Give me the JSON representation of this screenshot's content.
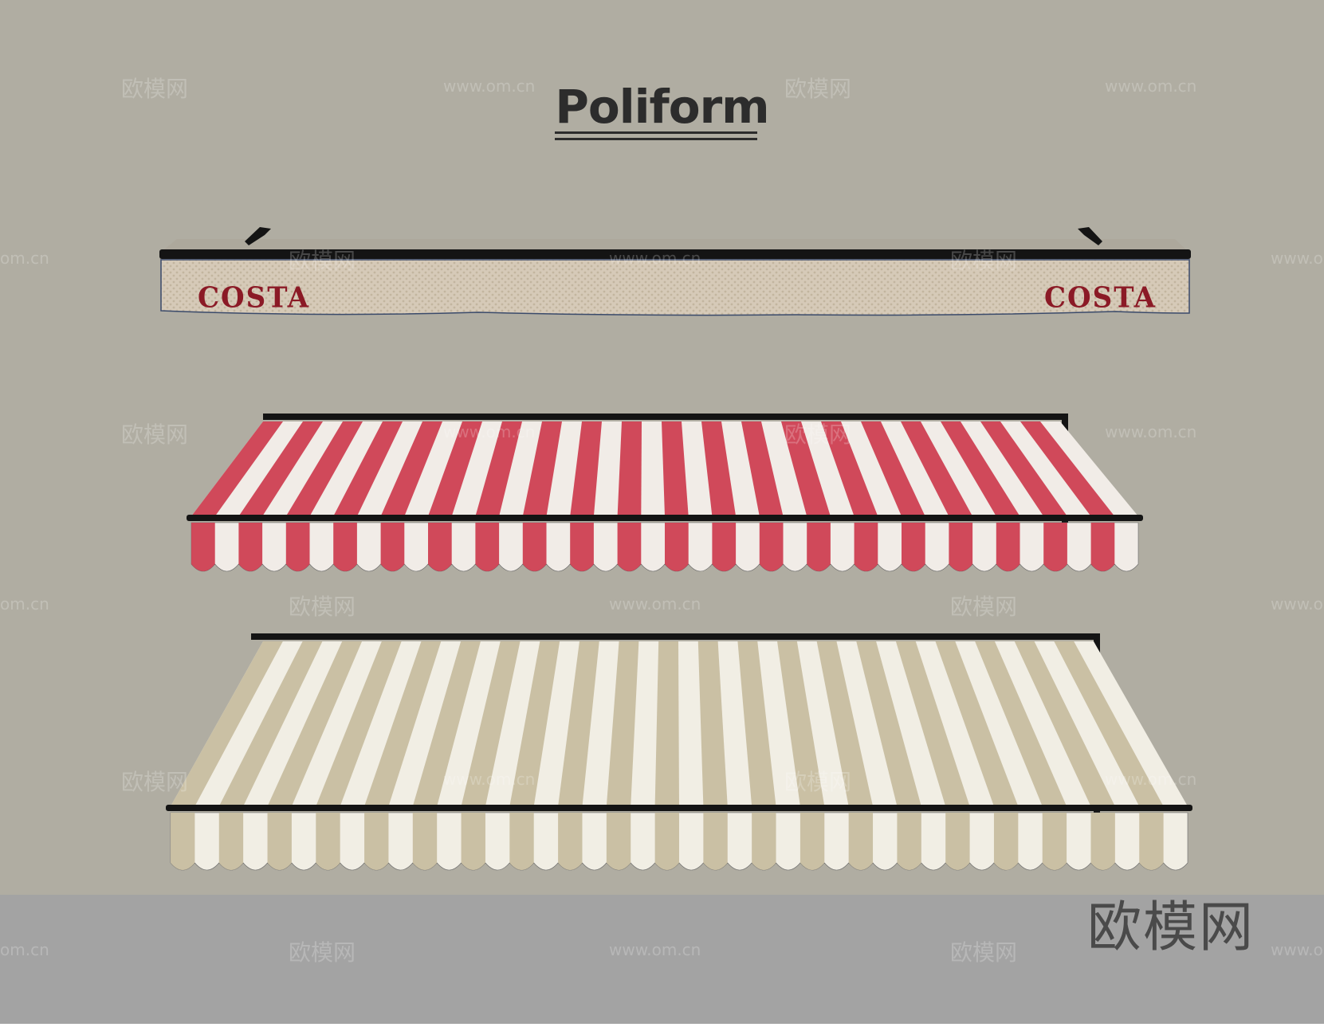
{
  "title": "Poliform",
  "costa_label": "COSTA",
  "watermark_brand": "欧模网",
  "watermark_url": "www.om.cn",
  "watermark_url_fragment": "om.cn",
  "colors": {
    "wall": "#b0ada2",
    "floor": "#a3a3a3",
    "costa_fabric": "#d6cab8",
    "costa_red": "#8b1a26",
    "red_stripe": "#cd3b4e",
    "white_stripe": "#f1ece7",
    "tan_stripe": "#c7bc9e",
    "cream_stripe": "#f1eee4",
    "frame": "#141414"
  }
}
